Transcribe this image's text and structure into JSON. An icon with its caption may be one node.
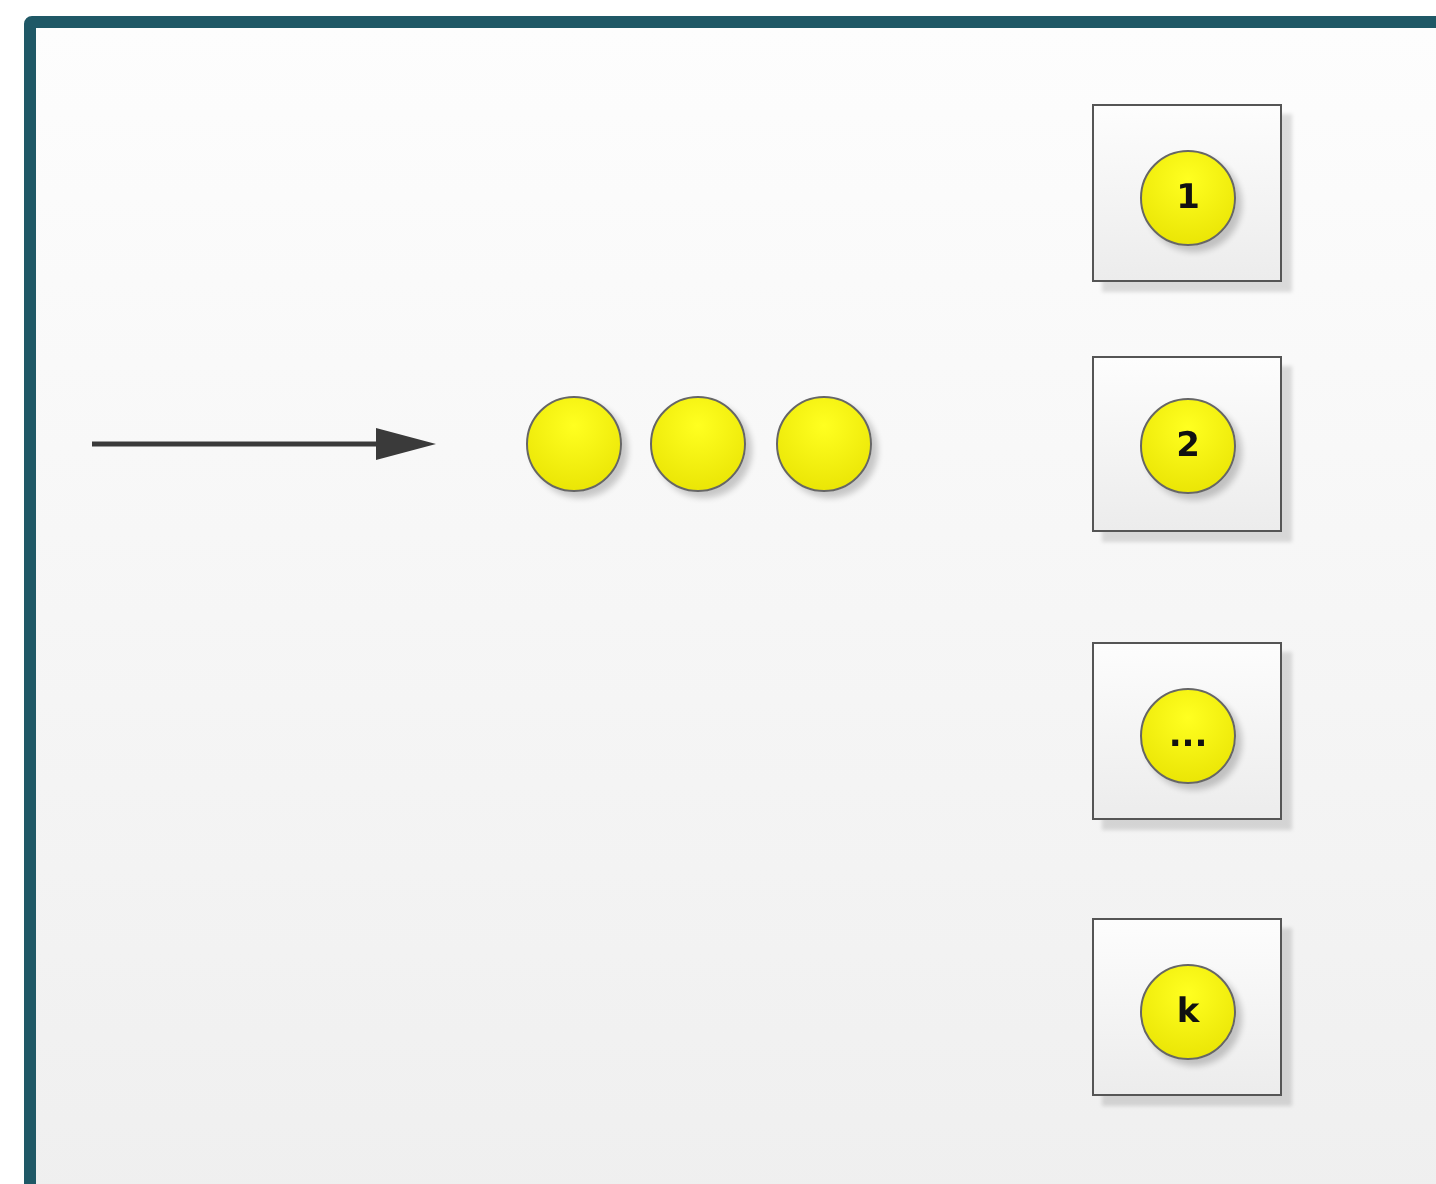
{
  "diagram": {
    "nodes": [
      {
        "text": [],
        "shape": "box"
      },
      {
        "text": [
          "1"
        ],
        "in": 0
      },
      {
        "text": [],
        "shape": "circle"
      },
      {
        "text": [],
        "shape": "circle"
      },
      {
        "text": [],
        "shape": "circle"
      },
      {
        "text": [],
        "shape": "box"
      },
      {
        "text": [
          "2"
        ],
        "in": 5
      },
      {
        "text": [],
        "shape": "box"
      },
      {
        "text": [
          "..."
        ],
        "in": 7
      },
      {
        "text": [],
        "shape": "box"
      },
      {
        "text": [
          "k"
        ],
        "in": 9
      }
    ]
  }
}
